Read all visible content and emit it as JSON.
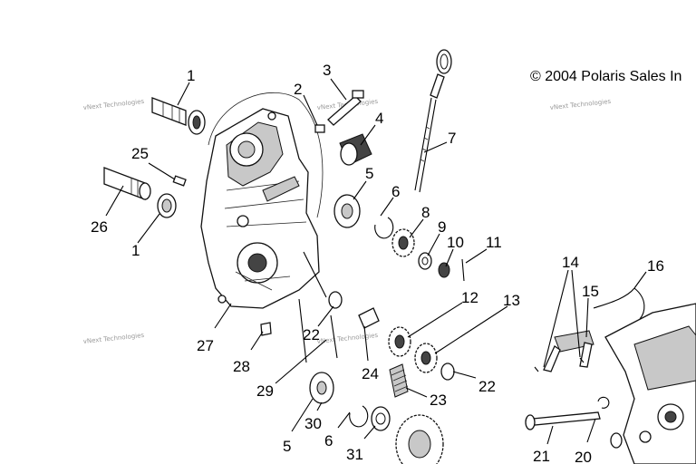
{
  "diagram": {
    "copyright": "© 2004 Polaris Sales In",
    "watermark": "vNext Technologies",
    "callouts": [
      {
        "id": "c1a",
        "label": "1"
      },
      {
        "id": "c2",
        "label": "2"
      },
      {
        "id": "c3",
        "label": "3"
      },
      {
        "id": "c4",
        "label": "4"
      },
      {
        "id": "c5a",
        "label": "5"
      },
      {
        "id": "c6a",
        "label": "6"
      },
      {
        "id": "c7",
        "label": "7"
      },
      {
        "id": "c8",
        "label": "8"
      },
      {
        "id": "c9",
        "label": "9"
      },
      {
        "id": "c10",
        "label": "10"
      },
      {
        "id": "c11",
        "label": "11"
      },
      {
        "id": "c12",
        "label": "12"
      },
      {
        "id": "c13",
        "label": "13"
      },
      {
        "id": "c14",
        "label": "14"
      },
      {
        "id": "c15",
        "label": "15"
      },
      {
        "id": "c16",
        "label": "16"
      },
      {
        "id": "c25",
        "label": "25"
      },
      {
        "id": "c26",
        "label": "26"
      },
      {
        "id": "c1b",
        "label": "1"
      },
      {
        "id": "c22a",
        "label": "22"
      },
      {
        "id": "c22b",
        "label": "22"
      },
      {
        "id": "c27",
        "label": "27"
      },
      {
        "id": "c28",
        "label": "28"
      },
      {
        "id": "c29",
        "label": "29"
      },
      {
        "id": "c24",
        "label": "24"
      },
      {
        "id": "c23",
        "label": "23"
      },
      {
        "id": "c30",
        "label": "30"
      },
      {
        "id": "c5b",
        "label": "5"
      },
      {
        "id": "c6b",
        "label": "6"
      },
      {
        "id": "c31",
        "label": "31"
      },
      {
        "id": "c21",
        "label": "21"
      },
      {
        "id": "c20",
        "label": "20"
      }
    ]
  }
}
